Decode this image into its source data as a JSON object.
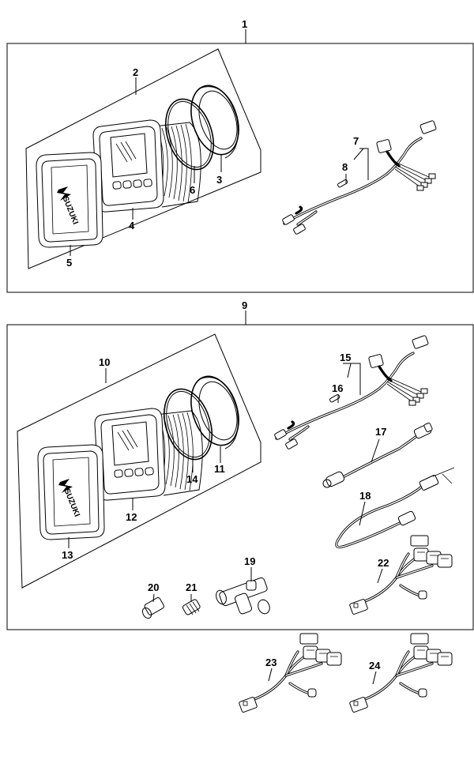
{
  "diagram": {
    "brand_text": "SUZUKI",
    "parts": [
      {
        "id": "p1",
        "label": "1"
      },
      {
        "id": "p2",
        "label": "2"
      },
      {
        "id": "p3",
        "label": "3"
      },
      {
        "id": "p4",
        "label": "4"
      },
      {
        "id": "p5",
        "label": "5"
      },
      {
        "id": "p6",
        "label": "6"
      },
      {
        "id": "p7",
        "label": "7"
      },
      {
        "id": "p8",
        "label": "8"
      },
      {
        "id": "p9",
        "label": "9"
      },
      {
        "id": "p10",
        "label": "10"
      },
      {
        "id": "p11",
        "label": "11"
      },
      {
        "id": "p12",
        "label": "12"
      },
      {
        "id": "p13",
        "label": "13"
      },
      {
        "id": "p14",
        "label": "14"
      },
      {
        "id": "p15",
        "label": "15"
      },
      {
        "id": "p16",
        "label": "16"
      },
      {
        "id": "p17",
        "label": "17"
      },
      {
        "id": "p18",
        "label": "18"
      },
      {
        "id": "p19",
        "label": "19"
      },
      {
        "id": "p20",
        "label": "20"
      },
      {
        "id": "p21",
        "label": "21"
      },
      {
        "id": "p22",
        "label": "22"
      },
      {
        "id": "p23",
        "label": "23"
      },
      {
        "id": "p24",
        "label": "24"
      }
    ]
  }
}
